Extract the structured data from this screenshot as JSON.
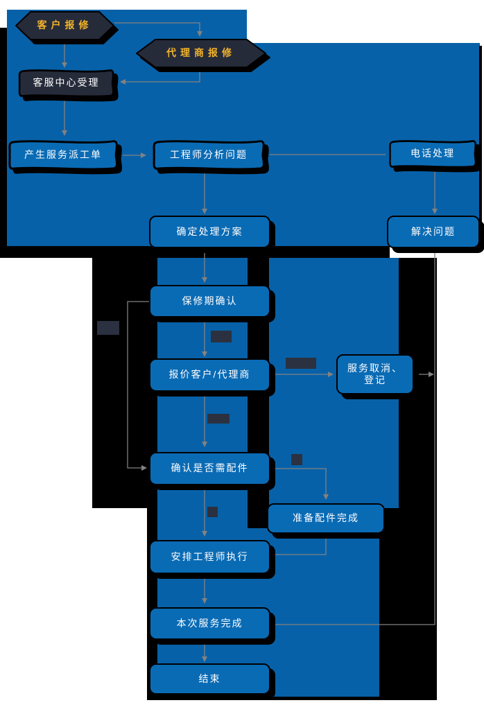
{
  "diagram": {
    "type": "flowchart",
    "language": "zh-CN",
    "colors": {
      "panel_blue": "#0761A8",
      "node_blue": "#0A6BB5",
      "dark_navy": "#262B3A",
      "branch_label_navy": "#2B3140",
      "accent_yellow": "#F2B32B",
      "arrow_gray": "#828282",
      "shadow_black": "#000000",
      "text_white": "#FFFFFF"
    },
    "nodes": {
      "customer_report": {
        "label": "客户报修",
        "shape": "hexagon"
      },
      "agent_report": {
        "label": "代理商报修",
        "shape": "hexagon"
      },
      "service_center": {
        "label": "客服中心受理",
        "shape": "wavy-card-dark"
      },
      "create_order": {
        "label": "产生服务派工单",
        "shape": "wavy-card"
      },
      "engineer_analyze": {
        "label": "工程师分析问题",
        "shape": "wavy-card"
      },
      "phone_handle": {
        "label": "电话处理",
        "shape": "wavy-card"
      },
      "confirm_plan": {
        "label": "确定处理方案",
        "shape": "rounded-rect"
      },
      "solve_problem": {
        "label": "解决问题",
        "shape": "rounded-rect"
      },
      "warranty_confirm": {
        "label": "保修期确认",
        "shape": "rounded-rect"
      },
      "quote_customer": {
        "label": "报价客户/代理商",
        "shape": "rounded-rect"
      },
      "cancel_register": {
        "label": "服务取消、登记",
        "shape": "rounded-rect"
      },
      "need_parts": {
        "label": "确认是否需配件",
        "shape": "rounded-rect"
      },
      "parts_ready": {
        "label": "准备配件完成",
        "shape": "rounded-rect"
      },
      "arrange_engineer": {
        "label": "安排工程师执行",
        "shape": "rounded-rect"
      },
      "service_done": {
        "label": "本次服务完成",
        "shape": "rounded-rect"
      },
      "end": {
        "label": "结束",
        "shape": "rounded-rect"
      }
    },
    "edges": [
      {
        "from": "customer_report",
        "to": "service_center"
      },
      {
        "from": "customer_report",
        "to": "agent_report"
      },
      {
        "from": "agent_report",
        "to": "service_center"
      },
      {
        "from": "service_center",
        "to": "create_order"
      },
      {
        "from": "create_order",
        "to": "engineer_analyze"
      },
      {
        "from": "engineer_analyze",
        "to": "phone_handle"
      },
      {
        "from": "engineer_analyze",
        "to": "confirm_plan"
      },
      {
        "from": "phone_handle",
        "to": "solve_problem"
      },
      {
        "from": "confirm_plan",
        "to": "warranty_confirm"
      },
      {
        "from": "warranty_confirm",
        "to": "quote_customer"
      },
      {
        "from": "warranty_confirm",
        "to": "need_parts"
      },
      {
        "from": "quote_customer",
        "to": "cancel_register"
      },
      {
        "from": "quote_customer",
        "to": "need_parts"
      },
      {
        "from": "cancel_register",
        "to": "service_done"
      },
      {
        "from": "need_parts",
        "to": "parts_ready"
      },
      {
        "from": "need_parts",
        "to": "arrange_engineer"
      },
      {
        "from": "parts_ready",
        "to": "arrange_engineer"
      },
      {
        "from": "solve_problem",
        "to": "service_done"
      },
      {
        "from": "arrange_engineer",
        "to": "service_done"
      },
      {
        "from": "service_done",
        "to": "end"
      }
    ]
  }
}
